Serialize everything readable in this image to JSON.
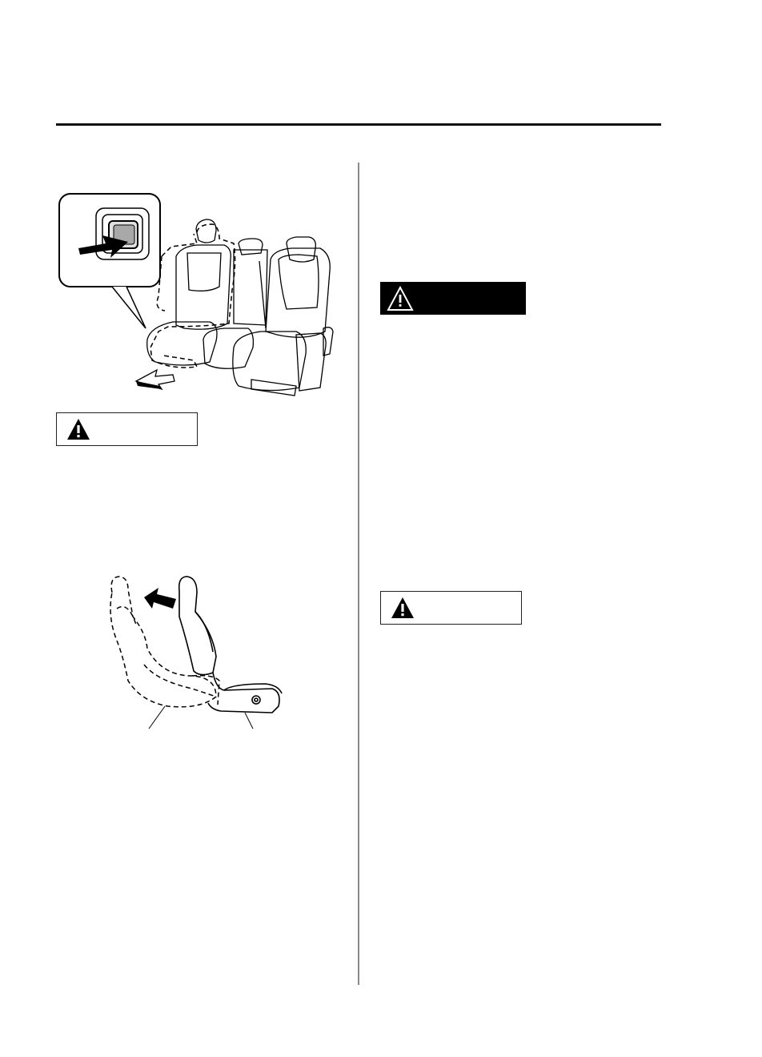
{
  "page": {
    "figures": [
      {
        "name": "rear-seat-illustration",
        "icon": "rear-seat-release-button-illustration"
      },
      {
        "name": "seat-side-illustration",
        "icon": "seat-fold-forward-illustration"
      }
    ],
    "warnings": [
      {
        "name": "warning-label-left",
        "style": "outlined",
        "icon": "warning-triangle-icon"
      },
      {
        "name": "warning-label-right-top",
        "style": "filled-black",
        "icon": "warning-triangle-outline-icon"
      },
      {
        "name": "warning-label-right-bottom",
        "style": "outlined",
        "icon": "warning-triangle-icon"
      }
    ]
  }
}
